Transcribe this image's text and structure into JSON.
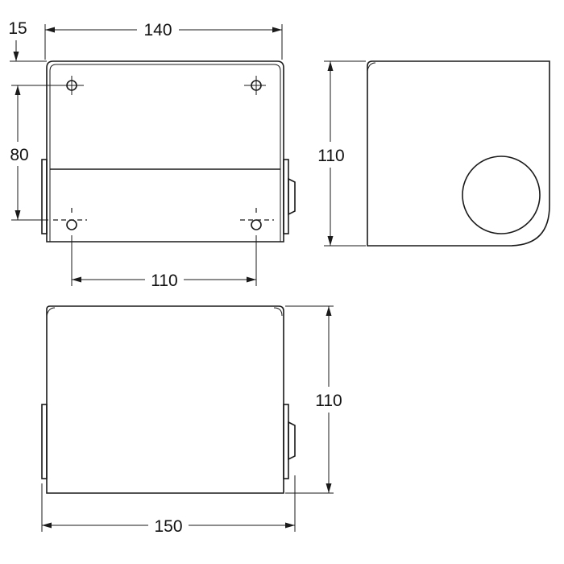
{
  "dimensions": {
    "top_width": "140",
    "top_offset": "15",
    "hole_vertical_spacing": "80",
    "hole_horizontal_spacing": "110",
    "side_height": "110",
    "bottom_height": "110",
    "bottom_width": "150"
  }
}
